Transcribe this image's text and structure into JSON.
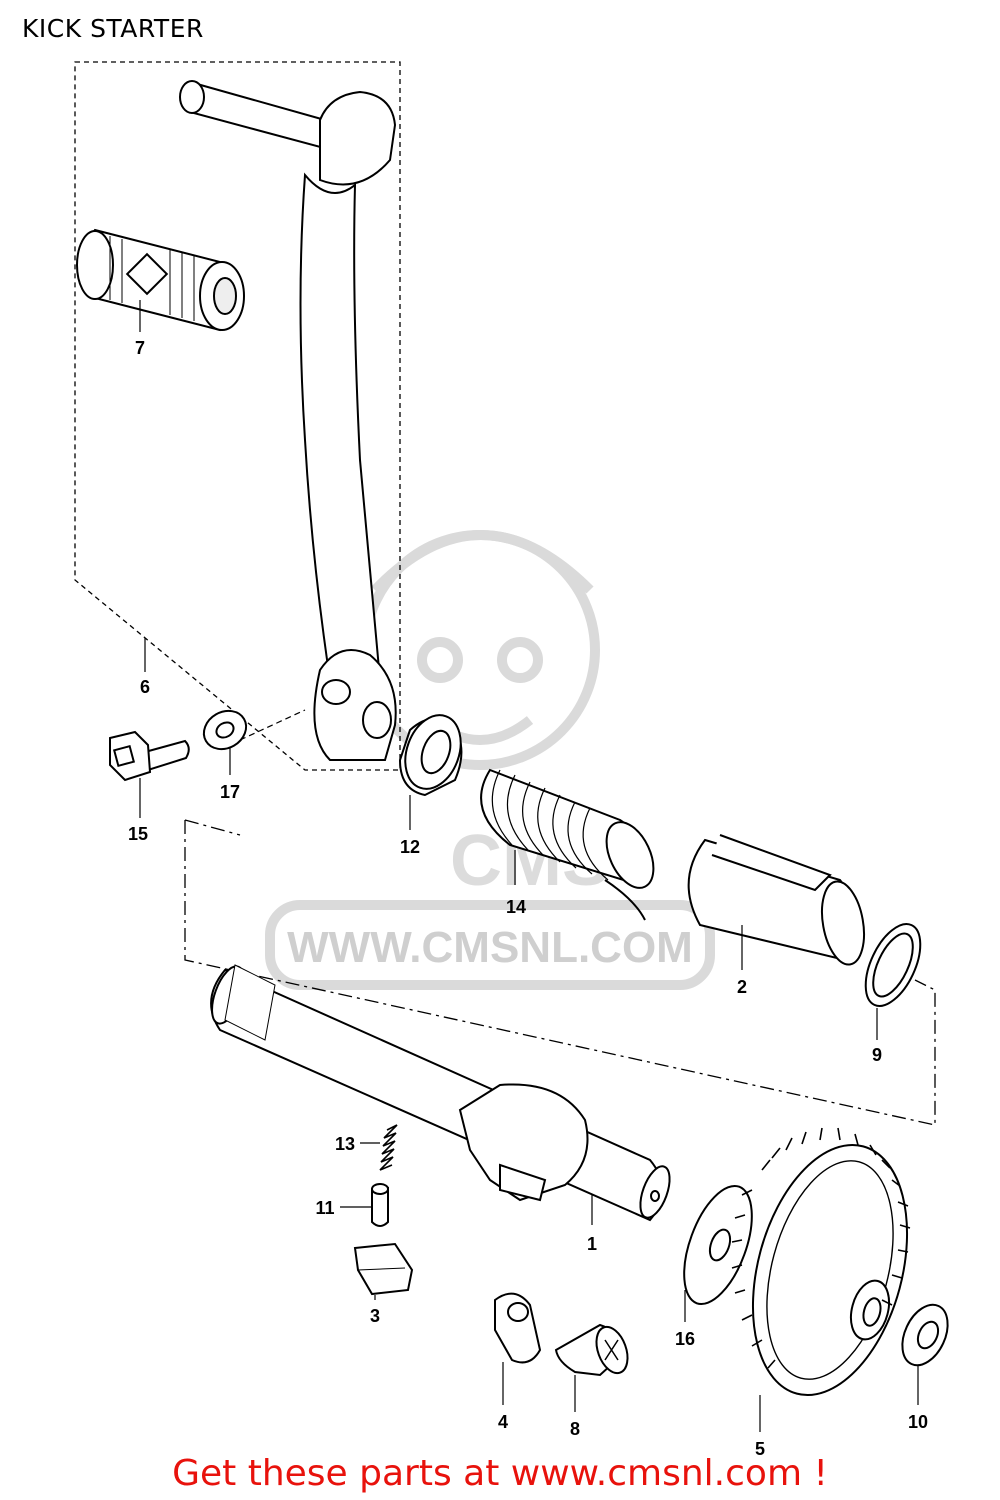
{
  "page": {
    "title": "KICK STARTER"
  },
  "watermark": {
    "text": "WWW.CMSNL.COM",
    "brand": "CMS"
  },
  "callouts": {
    "c1": "1",
    "c2": "2",
    "c3": "3",
    "c4": "4",
    "c5": "5",
    "c6": "6",
    "c7": "7",
    "c8": "8",
    "c9": "9",
    "c10": "10",
    "c11": "11",
    "c12": "12",
    "c13": "13",
    "c14": "14",
    "c15": "15",
    "c16": "16",
    "c17": "17"
  },
  "footer": {
    "text": "Get these parts at www.cmsnl.com !",
    "color": "#e8120c"
  },
  "colors": {
    "line": "#000000",
    "watermark": "#d9d9d9",
    "footer": "#e8120c"
  }
}
